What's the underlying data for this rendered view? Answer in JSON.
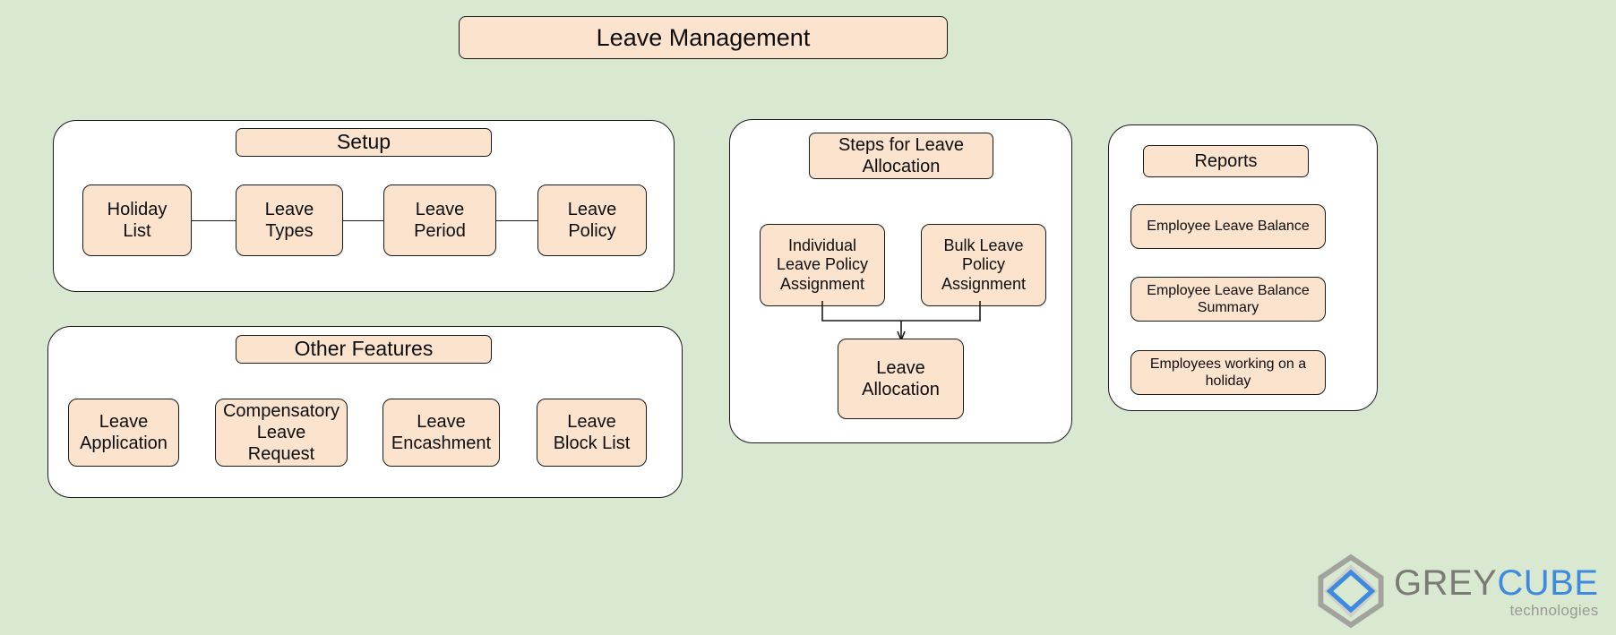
{
  "colors": {
    "background": "#d9e8d0",
    "node_fill": "#fce3cd",
    "node_stroke": "#1a1a1a",
    "group_fill": "#ffffff",
    "logo_grey": "#7b7b76",
    "logo_blue": "#3f8ae0"
  },
  "title": "Leave Management",
  "setup": {
    "heading": "Setup",
    "items": [
      {
        "label": "Holiday\nList"
      },
      {
        "label": "Leave\nTypes"
      },
      {
        "label": "Leave\nPeriod"
      },
      {
        "label": "Leave\nPolicy"
      }
    ]
  },
  "other_features": {
    "heading": "Other Features",
    "items": [
      {
        "label": "Leave\nApplication"
      },
      {
        "label": "Compensatory\nLeave Request"
      },
      {
        "label": "Leave\nEncashment"
      },
      {
        "label": "Leave\nBlock List"
      }
    ]
  },
  "steps_for_leave_allocation": {
    "heading": "Steps for Leave\nAllocation",
    "sources": [
      {
        "label": "Individual\nLeave Policy\nAssignment"
      },
      {
        "label": "Bulk Leave\nPolicy\nAssignment"
      }
    ],
    "target": {
      "label": "Leave\nAllocation"
    }
  },
  "reports": {
    "heading": "Reports",
    "items": [
      {
        "label": "Employee Leave Balance"
      },
      {
        "label": "Employee Leave Balance\nSummary"
      },
      {
        "label": "Employees working on a\nholiday"
      }
    ]
  },
  "logo": {
    "word_grey": "GREY",
    "word_blue": "CUBE",
    "tagline": "technologies"
  }
}
